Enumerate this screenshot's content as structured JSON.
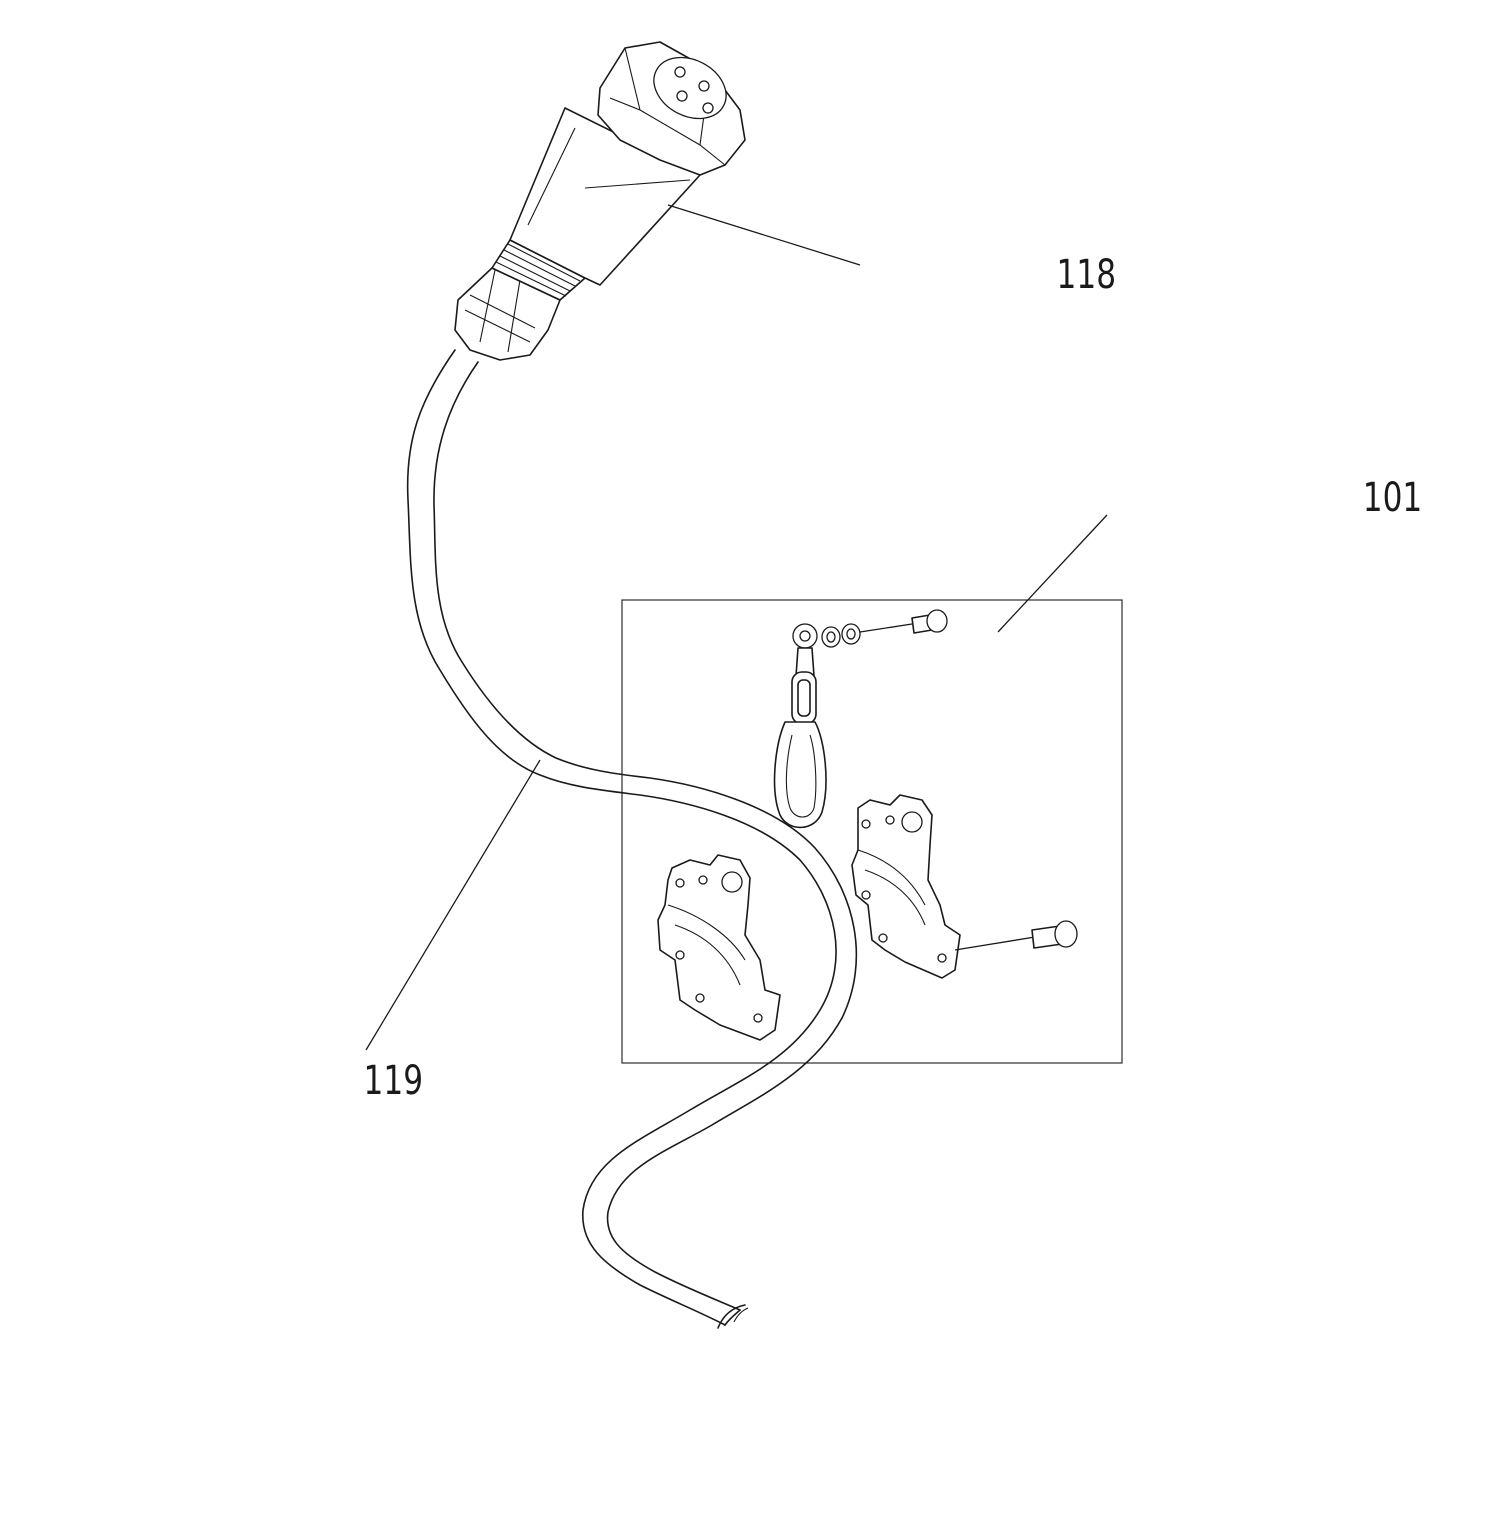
{
  "diagram": {
    "callouts": [
      {
        "id": "connector",
        "label": "118"
      },
      {
        "id": "mounting_kit",
        "label": "101"
      },
      {
        "id": "cable",
        "label": "119"
      }
    ]
  }
}
